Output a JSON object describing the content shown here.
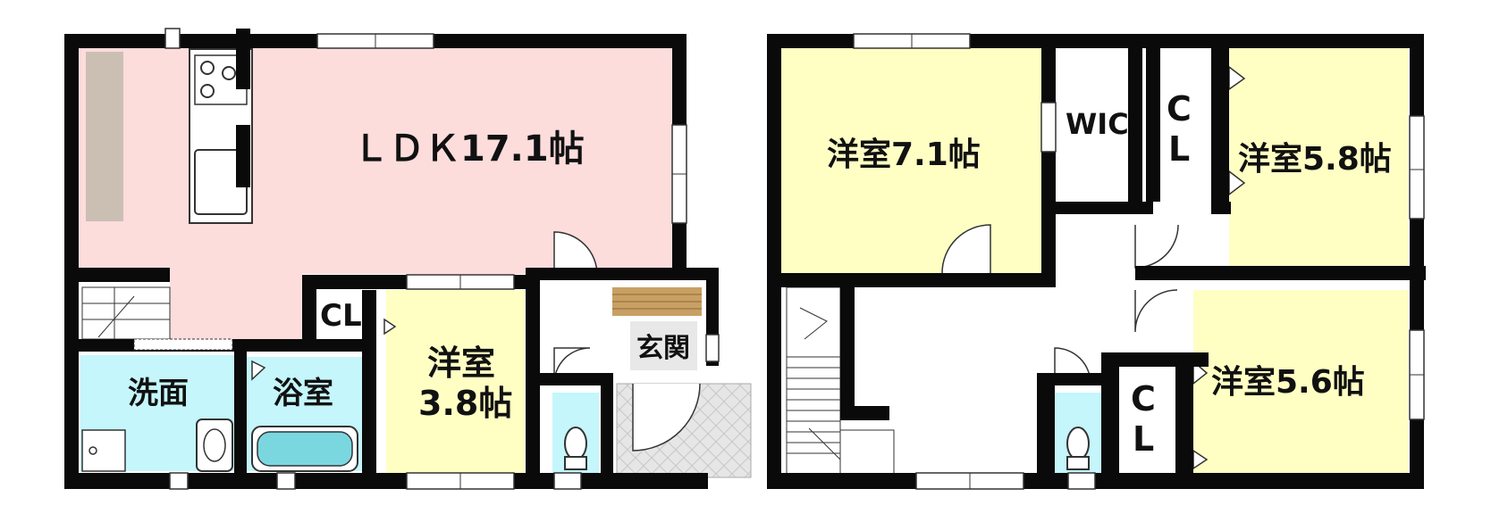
{
  "floor1": {
    "ldk": "ＬＤＫ17.1帖",
    "cl": "CL",
    "washroom": "洗面",
    "bathroom": "浴室",
    "western_line1": "洋室",
    "western_line2": "3.8帖",
    "entrance": "玄関"
  },
  "floor2": {
    "room_a": "洋室7.1帖",
    "wic": "WIC",
    "cl_top_1": "C",
    "cl_top_2": "L",
    "room_b": "洋室5.8帖",
    "room_c": "洋室5.6帖",
    "cl_bottom_1": "C",
    "cl_bottom_2": "L"
  },
  "colors": {
    "ldk": "#fddcdc",
    "western": "#ffffc4",
    "water": "#c4f6fb",
    "wall": "#0a0a0a",
    "counter": "#cbbfb4",
    "step": "#c9a063",
    "porch": "#dddddd"
  }
}
